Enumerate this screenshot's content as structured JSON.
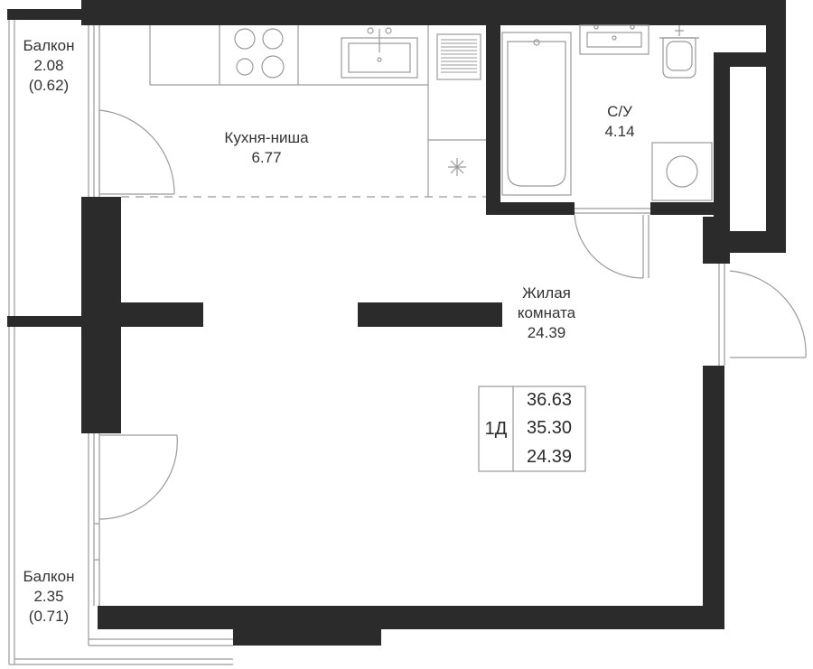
{
  "rooms": {
    "balcony_top": {
      "name": "Балкон",
      "area": "2.08",
      "area_reduced": "(0.62)"
    },
    "kitchen": {
      "name": "Кухня-ниша",
      "area": "6.77"
    },
    "bathroom": {
      "name": "С/У",
      "area": "4.14"
    },
    "living": {
      "name_line1": "Жилая",
      "name_line2": "комната",
      "area": "24.39"
    },
    "balcony_bottom": {
      "name": "Балкон",
      "area": "2.35",
      "area_reduced": "(0.71)"
    }
  },
  "summary": {
    "apartment_type": "1Д",
    "total_area": "36.63",
    "living_total": "35.30",
    "living_area": "24.39"
  },
  "colors": {
    "wall": "#2b2b2b",
    "line": "#9a9a9a",
    "text": "#333333",
    "background": "#ffffff"
  }
}
